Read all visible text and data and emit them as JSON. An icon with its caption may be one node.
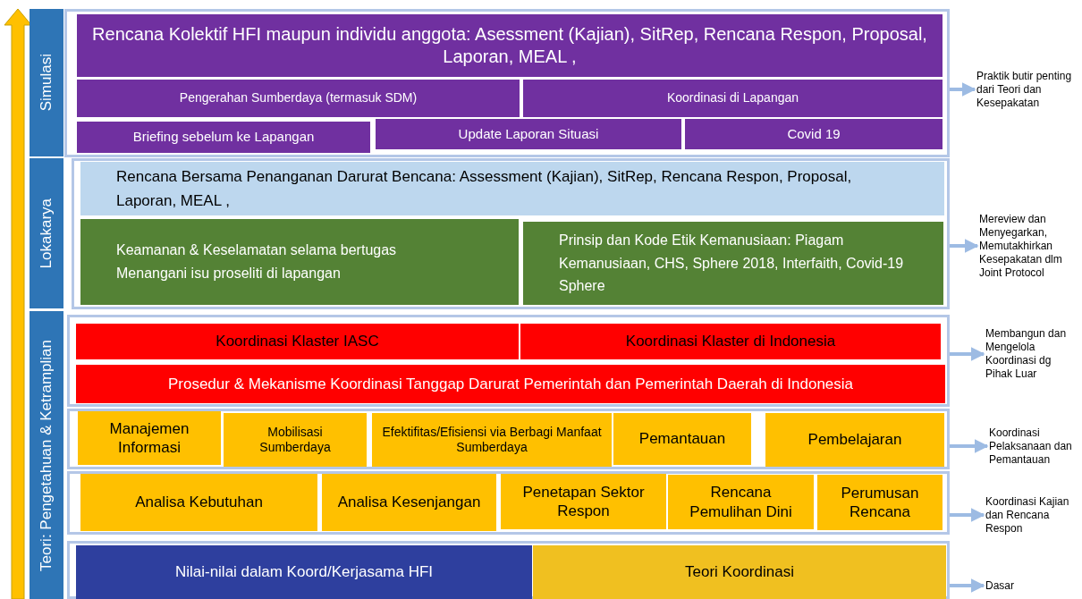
{
  "diagram": {
    "nodes": [
      {
        "text": [
          "Simulasi"
        ]
      },
      {
        "text": [
          "Lokakarya"
        ]
      },
      {
        "text": [
          "Teori: Pengetahuan & Ketramplian"
        ]
      },
      {
        "text": [],
        "shape": "box"
      },
      {
        "text": [
          "Rencana Kolektif HFI maupun individu anggota: Asessment (Kajian), SitRep, Rencana Respon, Proposal, Laporan, MEAL ,"
        ],
        "in": 3
      },
      {
        "text": [
          "Pengerahan Sumberdaya (termasuk SDM)"
        ],
        "in": 3
      },
      {
        "text": [
          "Koordinasi di Lapangan"
        ],
        "in": 3
      },
      {
        "text": [
          "Briefing sebelum ke Lapangan"
        ],
        "in": 3
      },
      {
        "text": [
          "Update Laporan Situasi"
        ],
        "in": 3
      },
      {
        "text": [
          "Covid 19"
        ],
        "in": 3
      },
      {
        "text": [],
        "shape": "box"
      },
      {
        "text": [
          "Rencana Bersama Penanganan Darurat Bencana: Assessment (Kajian), SitRep, Rencana Respon, Proposal, Laporan, MEAL ,"
        ],
        "in": 10
      },
      {
        "text": [
          "Keamanan & Keselamatan selama bertugas",
          "Menangani isu proseliti di lapangan"
        ],
        "in": 10
      },
      {
        "text": [
          "Prinsip dan Kode Etik Kemanusiaan: Piagam Kemanusiaan, CHS, Sphere 2018, Interfaith, Covid-19 Sphere"
        ],
        "in": 10
      },
      {
        "text": [],
        "shape": "box"
      },
      {
        "text": [
          "Koordinasi Klaster IASC"
        ],
        "in": 14
      },
      {
        "text": [
          "Koordinasi Klaster di Indonesia"
        ],
        "in": 14
      },
      {
        "text": [
          "Prosedur & Mekanisme Koordinasi Tanggap Darurat Pemerintah dan Pemerintah Daerah di Indonesia"
        ],
        "in": 14
      },
      {
        "text": [],
        "shape": "box"
      },
      {
        "text": [
          "Manajemen Informasi"
        ],
        "in": 18
      },
      {
        "text": [
          "Mobilisasi Sumberdaya"
        ],
        "in": 18
      },
      {
        "text": [
          "Efektifitas/Efisiensi via Berbagi Manfaat Sumberdaya"
        ],
        "in": 18
      },
      {
        "text": [
          "Pemantauan"
        ],
        "in": 18
      },
      {
        "text": [
          "Pembelajaran"
        ],
        "in": 18
      },
      {
        "text": [],
        "shape": "box"
      },
      {
        "text": [
          "Analisa Kebutuhan"
        ],
        "in": 24
      },
      {
        "text": [
          "Analisa Kesenjangan"
        ],
        "in": 24
      },
      {
        "text": [
          "Penetapan Sektor Respon"
        ],
        "in": 24
      },
      {
        "text": [
          "Rencana Pemulihan Dini"
        ],
        "in": 24
      },
      {
        "text": [
          "Perumusan Rencana"
        ],
        "in": 24
      },
      {
        "text": [],
        "shape": "box"
      },
      {
        "text": [
          "Nilai-nilai dalam Koord/Kerjasama HFI"
        ],
        "in": 30
      },
      {
        "text": [
          "Teori Koordinasi"
        ],
        "in": 30
      },
      {
        "text": [
          "Praktik butir penting dari Teori dan Kesepakatan"
        ]
      },
      {
        "text": [
          "Mereview dan Menyegarkan, Memutakhirkan Kesepakatan dlm Joint Protocol"
        ]
      },
      {
        "text": [
          "Membangun dan Mengelola Koordinasi dg Pihak Luar"
        ]
      },
      {
        "text": [
          "Koordinasi Pelaksanaan dan Pemantauan"
        ]
      },
      {
        "text": [
          "Koordinasi Kajian dan Rencana Respon"
        ]
      },
      {
        "text": [
          "Dasar"
        ]
      }
    ],
    "edges": [
      {
        "from": 3,
        "to": 33,
        "arrow": "to"
      },
      {
        "from": 10,
        "to": 34,
        "arrow": "to"
      },
      {
        "from": 14,
        "to": 35,
        "arrow": "to"
      },
      {
        "from": 18,
        "to": 36,
        "arrow": "to"
      },
      {
        "from": 24,
        "to": 37,
        "arrow": "to"
      },
      {
        "from": 30,
        "to": 38,
        "arrow": "to"
      }
    ]
  }
}
